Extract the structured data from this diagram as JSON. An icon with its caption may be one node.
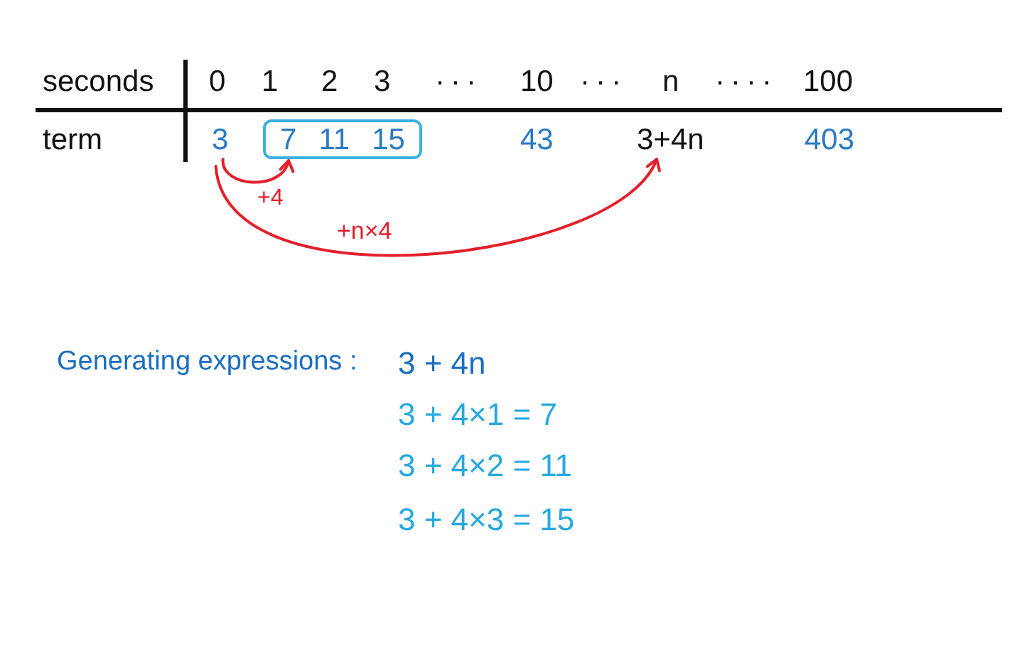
{
  "diagram": {
    "nodes": [
      {
        "text": [
          "3"
        ]
      },
      {
        "text": [
          "7",
          "11",
          "15"
        ]
      },
      {
        "text": [
          "3+4n"
        ]
      }
    ],
    "edges": [
      {
        "from": 0,
        "to": 1,
        "arrow": "to",
        "label": "+4"
      },
      {
        "from": 0,
        "to": 2,
        "arrow": "to",
        "label": "+n×4"
      }
    ],
    "labels": [
      "seconds",
      "0",
      "1",
      "2",
      "3",
      "···",
      "10",
      "···",
      "n",
      "····",
      "100",
      "term",
      "43",
      "403",
      "Generating expressions :",
      "3 + 4n",
      "3 + 4×1 = 7",
      "3 + 4×2 = 11",
      "3 + 4×3 = 15"
    ]
  }
}
